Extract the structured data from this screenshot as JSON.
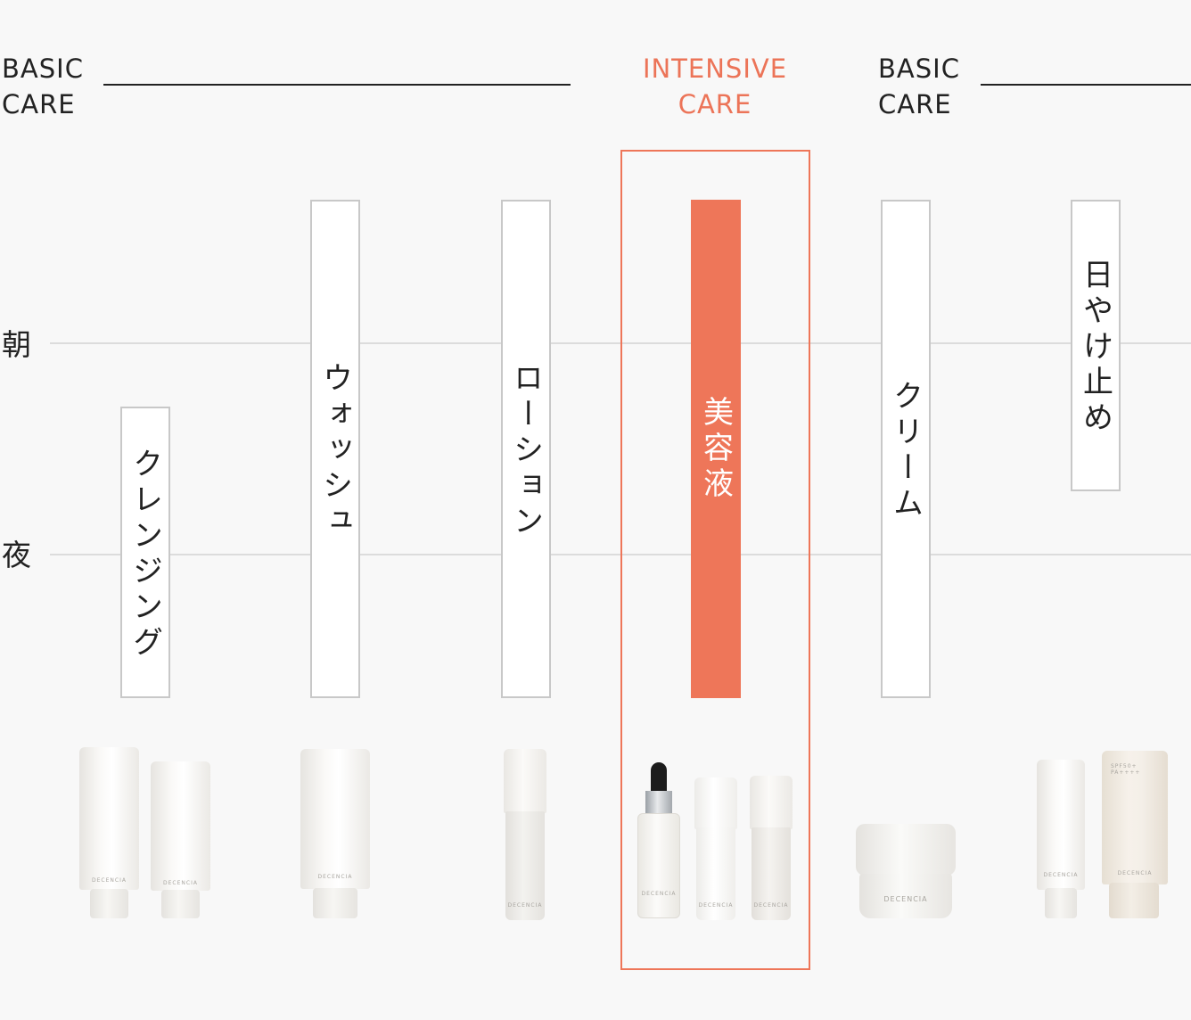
{
  "headers": {
    "basic_left": "BASIC\nCARE",
    "intensive": "INTENSIVE\nCARE",
    "basic_right": "BASIC\nCARE"
  },
  "times": {
    "morning": "朝",
    "night": "夜"
  },
  "steps": [
    {
      "label": "クレンジング",
      "active": false
    },
    {
      "label": "ウォッシュ",
      "active": false
    },
    {
      "label": "ローション",
      "active": false
    },
    {
      "label": "美容液",
      "active": true
    },
    {
      "label": "クリーム",
      "active": false
    },
    {
      "label": "日やけ止め",
      "active": false
    }
  ],
  "product_brand": "DECENCIA",
  "sunscreen_label": "SPF50+\nPA++++",
  "colors": {
    "accent": "#ee7659",
    "accent_text": "#ec7458",
    "text": "#222222",
    "grid": "#dcdcdc",
    "background": "#f8f8f8"
  }
}
